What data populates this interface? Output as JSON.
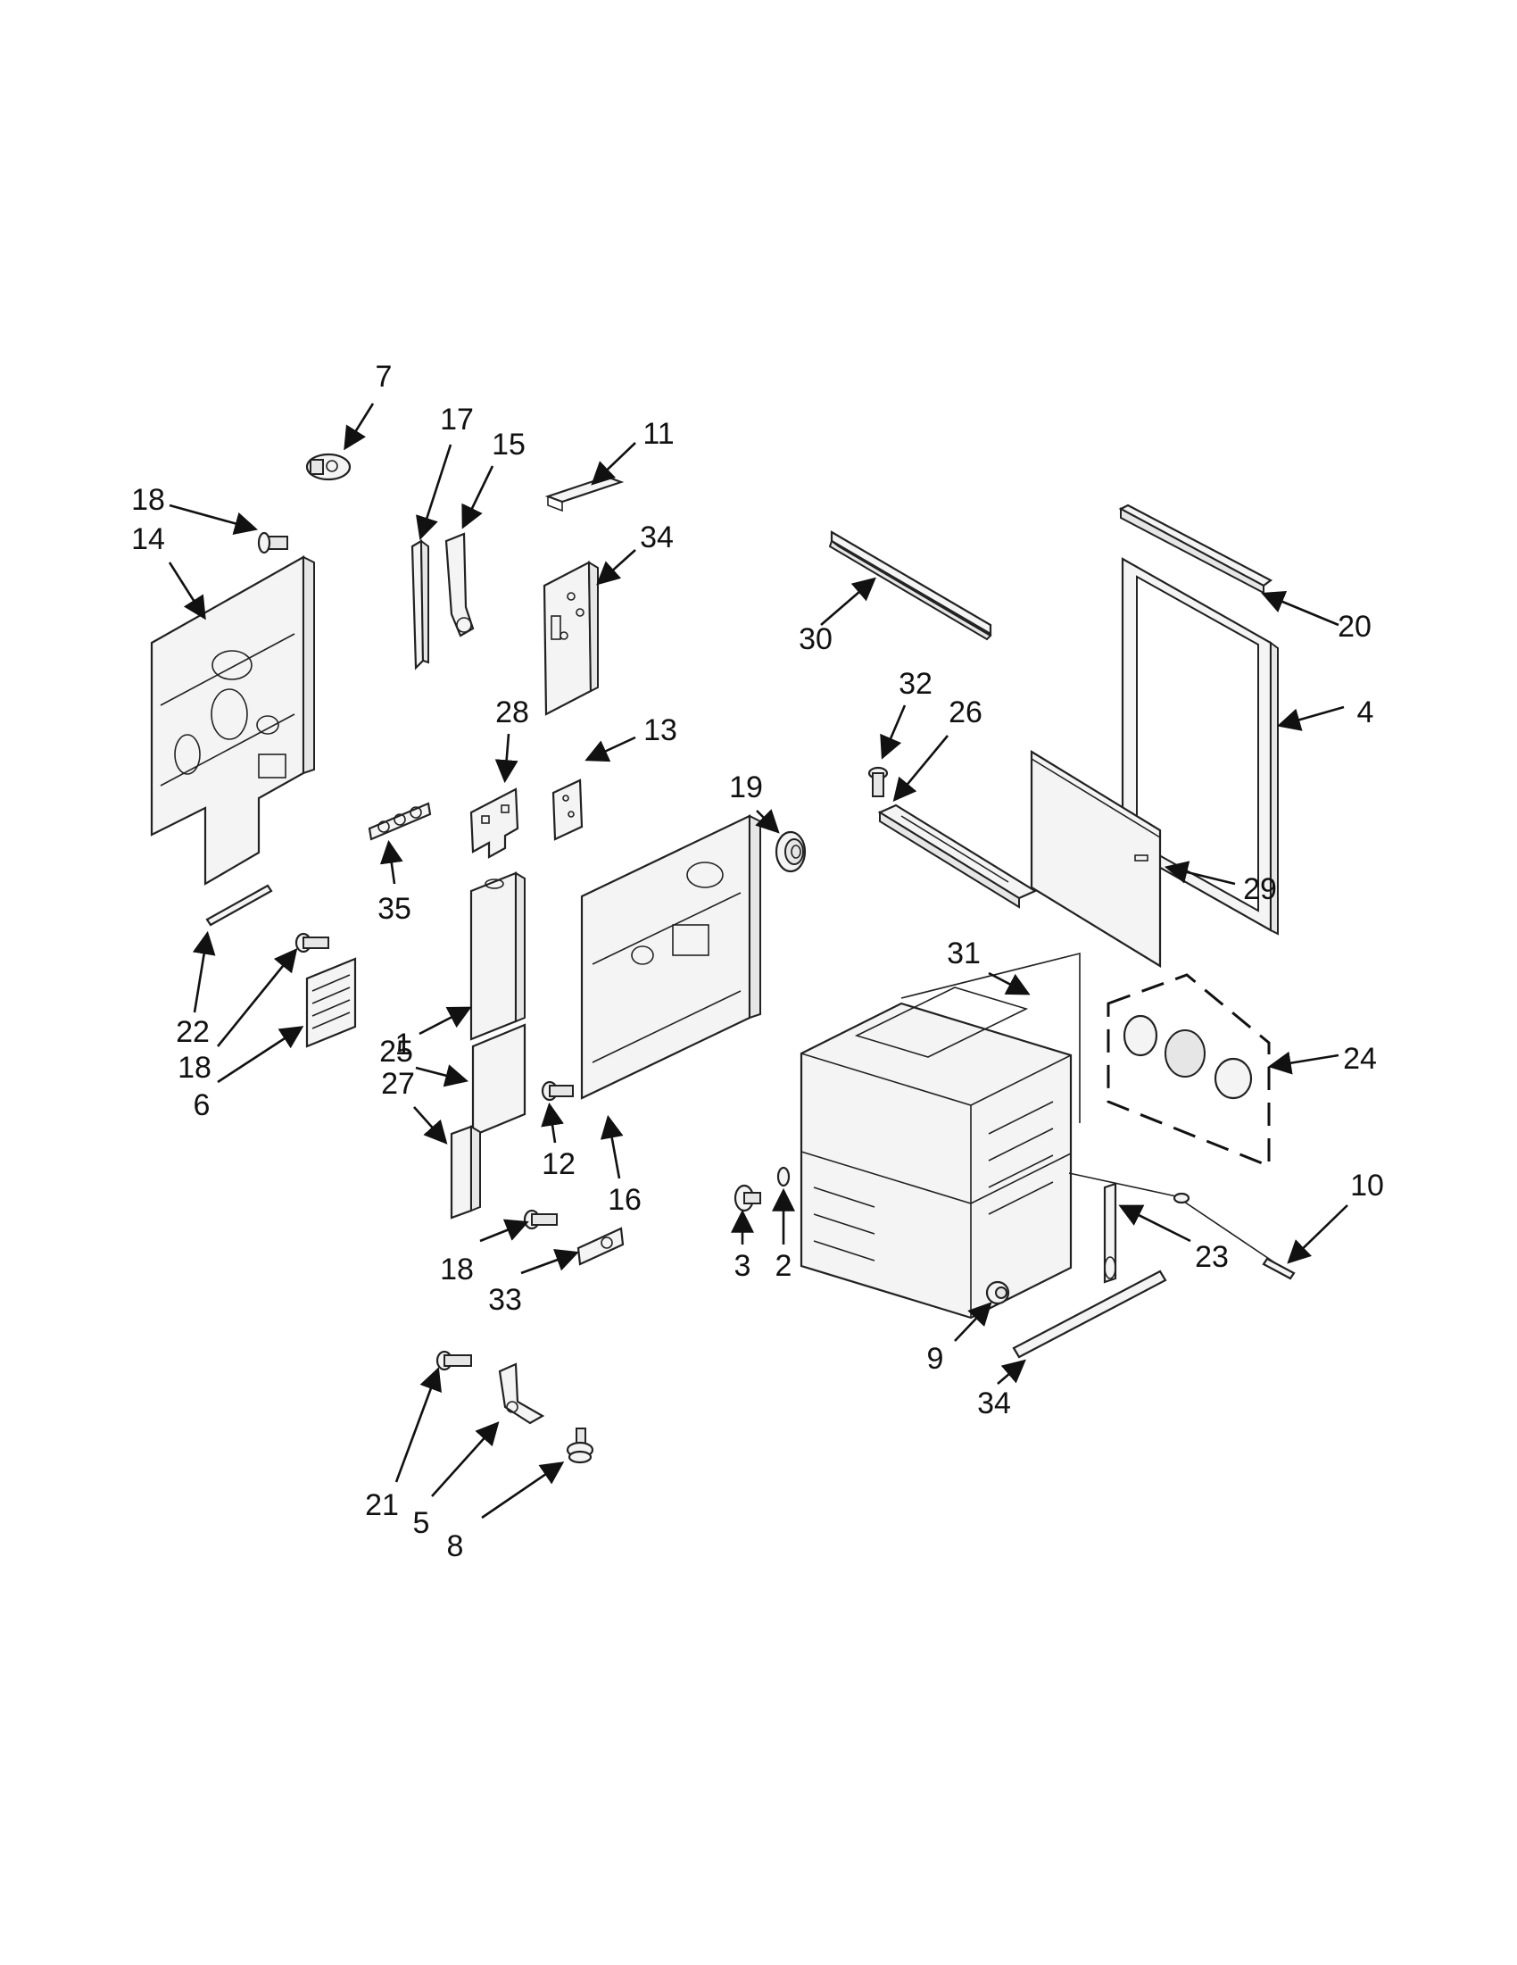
{
  "callouts": [
    {
      "id": "c7",
      "text": "7"
    },
    {
      "id": "c17",
      "text": "17"
    },
    {
      "id": "c15",
      "text": "15"
    },
    {
      "id": "c11",
      "text": "11"
    },
    {
      "id": "c18a",
      "text": "18"
    },
    {
      "id": "c14",
      "text": "14"
    },
    {
      "id": "c34a",
      "text": "34"
    },
    {
      "id": "c30",
      "text": "30"
    },
    {
      "id": "c20",
      "text": "20"
    },
    {
      "id": "c4",
      "text": "4"
    },
    {
      "id": "c32",
      "text": "32"
    },
    {
      "id": "c26",
      "text": "26"
    },
    {
      "id": "c28",
      "text": "28"
    },
    {
      "id": "c13",
      "text": "13"
    },
    {
      "id": "c19",
      "text": "19"
    },
    {
      "id": "c29",
      "text": "29"
    },
    {
      "id": "c35",
      "text": "35"
    },
    {
      "id": "c1",
      "text": "1"
    },
    {
      "id": "c22",
      "text": "22"
    },
    {
      "id": "c18b",
      "text": "18"
    },
    {
      "id": "c6",
      "text": "6"
    },
    {
      "id": "c25",
      "text": "25"
    },
    {
      "id": "c31",
      "text": "31"
    },
    {
      "id": "c24",
      "text": "24"
    },
    {
      "id": "c27",
      "text": "27"
    },
    {
      "id": "c12",
      "text": "12"
    },
    {
      "id": "c16",
      "text": "16"
    },
    {
      "id": "c10",
      "text": "10"
    },
    {
      "id": "c3",
      "text": "3"
    },
    {
      "id": "c2",
      "text": "2"
    },
    {
      "id": "c23",
      "text": "23"
    },
    {
      "id": "c18c",
      "text": "18"
    },
    {
      "id": "c33",
      "text": "33"
    },
    {
      "id": "c9",
      "text": "9"
    },
    {
      "id": "c34b",
      "text": "34"
    },
    {
      "id": "c21",
      "text": "21"
    },
    {
      "id": "c5",
      "text": "5"
    },
    {
      "id": "c8",
      "text": "8"
    }
  ]
}
